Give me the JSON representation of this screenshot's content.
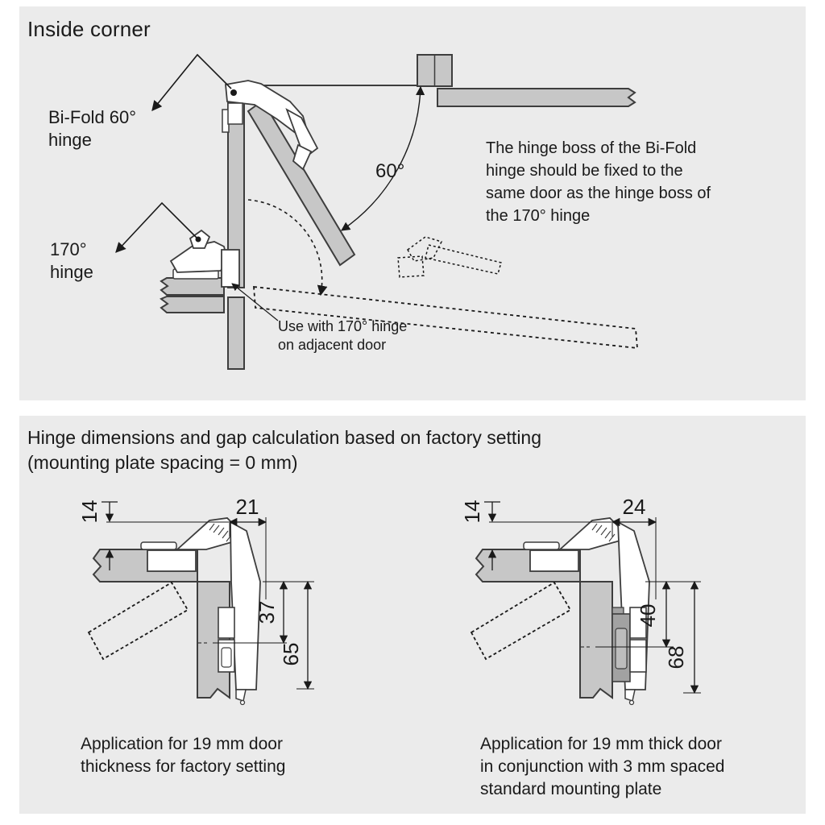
{
  "colors": {
    "panel_bg": "#ebebeb",
    "door_gray": "#c7c7c7",
    "plate_gray": "#a2a2a2",
    "outline": "#3d3d3d",
    "text": "#1a1a1a"
  },
  "top": {
    "title": "Inside corner",
    "bifold_label": {
      "l1": "Bi-Fold 60°",
      "l2": "hinge"
    },
    "label_170": {
      "l1": "170°",
      "l2": "hinge"
    },
    "angle_label": "60°",
    "note": {
      "l1": "Use with 170° hinge",
      "l2": "on adjacent door"
    },
    "paragraph": {
      "l1": "The hinge boss of the Bi-Fold",
      "l2": "hinge should be fixed to the",
      "l3": "same door as the hinge boss of",
      "l4": "the 170° hinge"
    }
  },
  "bottom": {
    "title": {
      "l1": "Hinge dimensions and gap calculation based on factory setting",
      "l2": "(mounting plate spacing = 0 mm)"
    },
    "left_drawing": {
      "dim_overlay": "14",
      "dim_top": "21",
      "dim_mid": "37",
      "dim_total": "65",
      "caption": {
        "l1": "Application for 19 mm door",
        "l2": "thickness for factory setting"
      }
    },
    "right_drawing": {
      "dim_overlay": "14",
      "dim_top": "24",
      "dim_mid": "40",
      "dim_total": "68",
      "caption": {
        "l1": "Application for 19 mm thick door",
        "l2": "in conjunction with 3 mm spaced",
        "l3": "standard mounting plate"
      }
    }
  }
}
